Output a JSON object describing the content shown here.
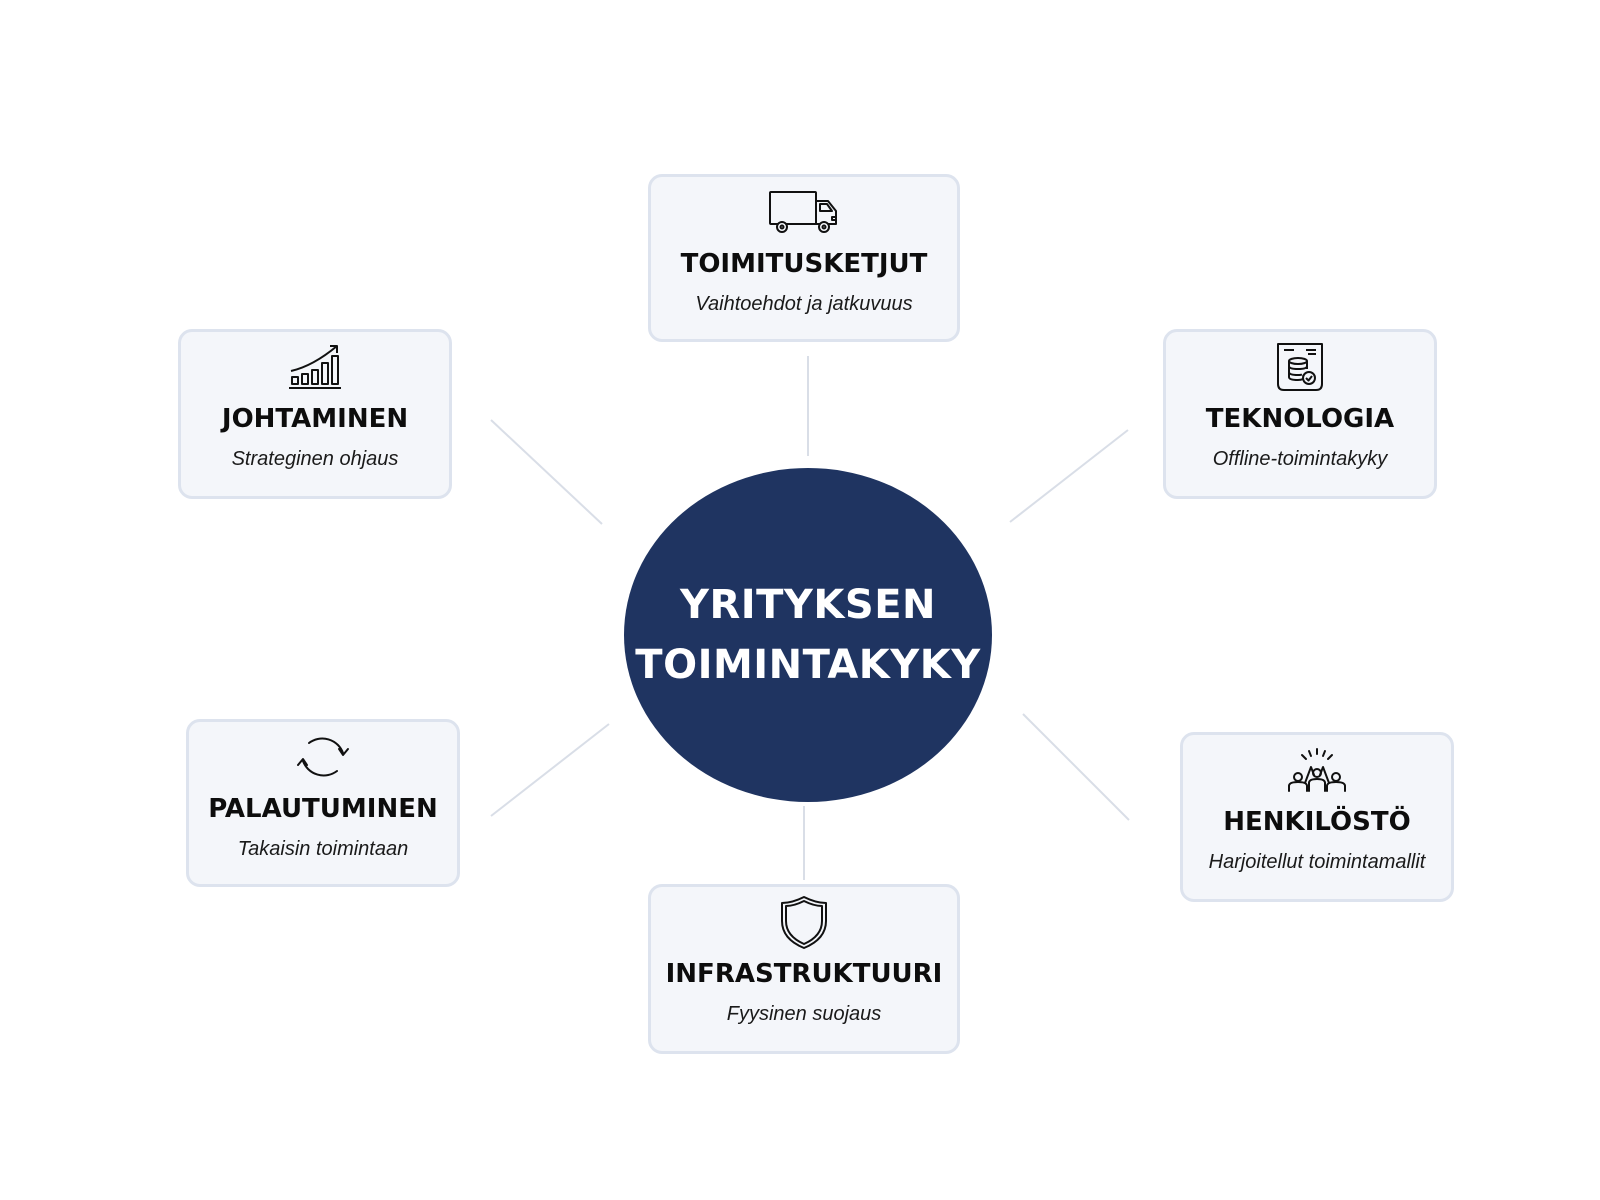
{
  "colors": {
    "center_fill": "#1f3461",
    "center_text": "#ffffff",
    "card_background": "#f4f6fa",
    "card_border": "#dde3ee",
    "connector": "#d9dee7",
    "title_text": "#0d0d0d",
    "icon_stroke": "#111111"
  },
  "center": {
    "line1": "YRITYKSEN",
    "line2": "TOIMINTAKYKY"
  },
  "cards": {
    "toimitusketjut": {
      "icon": "delivery-truck-icon",
      "title": "TOIMITUSKETJUT",
      "subtitle": "Vaihtoehdot ja jatkuvuus"
    },
    "johtaminen": {
      "icon": "growth-chart-icon",
      "title": "JOHTAMINEN",
      "subtitle": "Strateginen ohjaus"
    },
    "teknologia": {
      "icon": "database-document-icon",
      "title": "TEKNOLOGIA",
      "subtitle": "Offline-toimintakyky"
    },
    "palautuminen": {
      "icon": "refresh-arrows-icon",
      "title": "PALAUTUMINEN",
      "subtitle": "Takaisin toimintaan"
    },
    "henkilosto": {
      "icon": "team-celebration-icon",
      "title": "HENKILÖSTÖ",
      "subtitle": "Harjoitellut toimintamallit"
    },
    "infrastruktuuri": {
      "icon": "shield-icon",
      "title": "INFRASTRUKTUURI",
      "subtitle": "Fyysinen suojaus"
    }
  }
}
